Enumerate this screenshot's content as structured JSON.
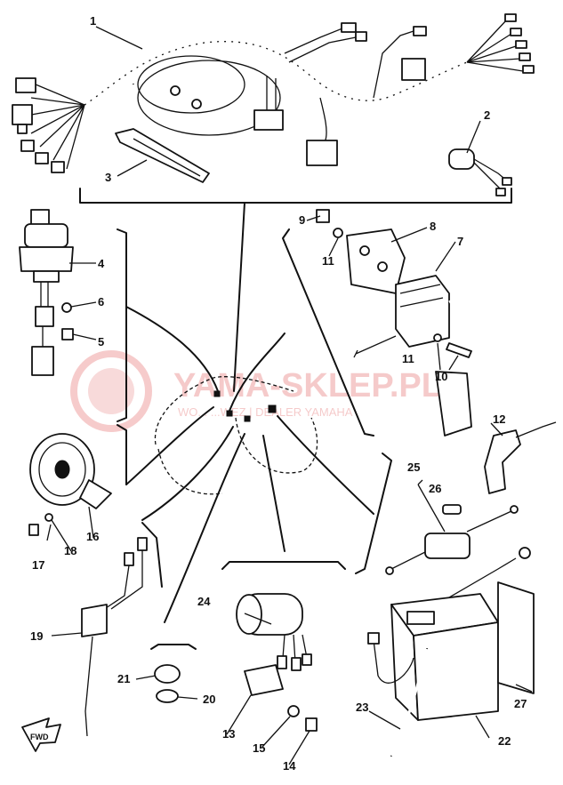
{
  "watermark": {
    "title": "YAMA-SKLEP.PL",
    "subtitle": "WO... ...WEZ | DEALER YAMAHA"
  },
  "fwd_label": "FWD",
  "callouts": [
    {
      "n": "1"
    },
    {
      "n": "2"
    },
    {
      "n": "3"
    },
    {
      "n": "4"
    },
    {
      "n": "5"
    },
    {
      "n": "6"
    },
    {
      "n": "7"
    },
    {
      "n": "8"
    },
    {
      "n": "9"
    },
    {
      "n": "10"
    },
    {
      "n": "11"
    },
    {
      "n": "11"
    },
    {
      "n": "12"
    },
    {
      "n": "13"
    },
    {
      "n": "14"
    },
    {
      "n": "15"
    },
    {
      "n": "16"
    },
    {
      "n": "17"
    },
    {
      "n": "18"
    },
    {
      "n": "19"
    },
    {
      "n": "20"
    },
    {
      "n": "21"
    },
    {
      "n": "22"
    },
    {
      "n": "23"
    },
    {
      "n": "24"
    },
    {
      "n": "25"
    },
    {
      "n": "26"
    },
    {
      "n": "27"
    }
  ]
}
